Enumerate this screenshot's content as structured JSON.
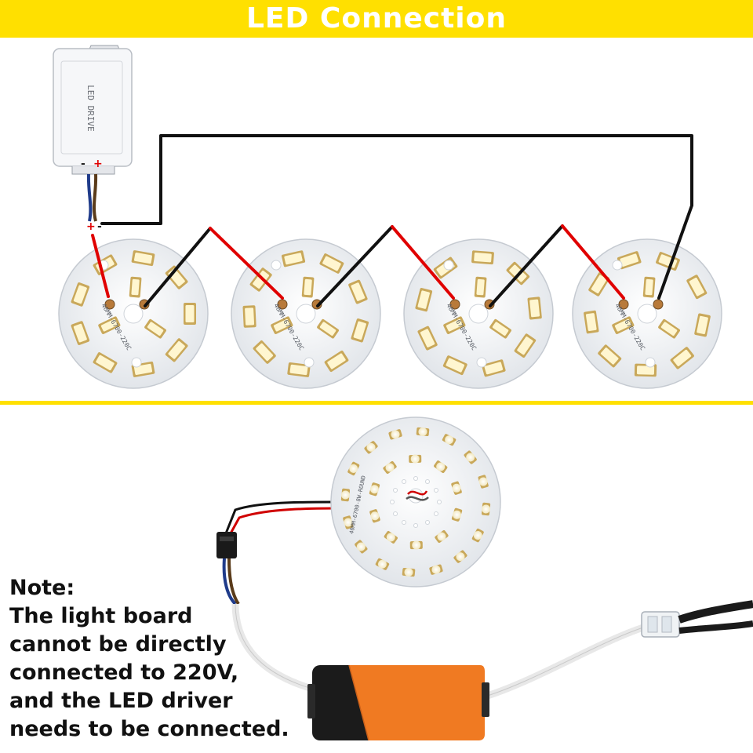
{
  "header": {
    "title": "LED Connection"
  },
  "colors": {
    "banner": "#ffe000",
    "wire_black": "#111111",
    "wire_red": "#e00000",
    "board": "#f1f2f4",
    "chip": "#fff6d0",
    "driver_orange": "#f07a22"
  },
  "driver_top": {
    "label": "LED DRIVE",
    "plus": "+",
    "minus": "-"
  },
  "boards": [
    {
      "code": "40MM-6700-220C"
    },
    {
      "code": "40MM-6700-220C"
    },
    {
      "code": "40MM-6700-220C"
    },
    {
      "code": "40MM-6700-220C"
    }
  ],
  "bottom": {
    "board_code": "40MM-6700-8W-ROUND"
  },
  "note": {
    "lines": [
      "Note:",
      "The light board",
      "cannot be directly",
      "connected to 220V,",
      "and the LED driver",
      "needs to be connected."
    ]
  }
}
